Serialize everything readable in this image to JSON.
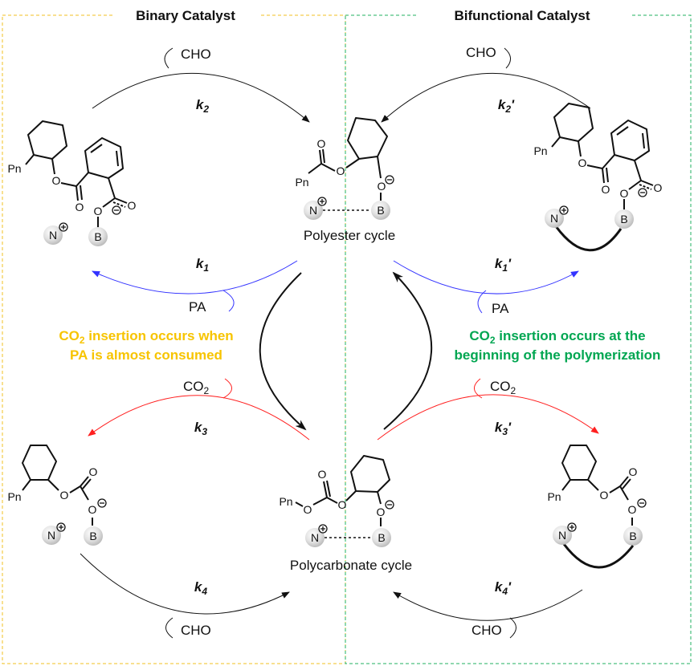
{
  "titles": {
    "left": "Binary Catalyst",
    "right": "Bifunctional Catalyst"
  },
  "colors": {
    "left_border": "#f0c020",
    "right_border": "#20b060",
    "left_note": "#f7c400",
    "right_note": "#00a651",
    "blue_arrow": "#3333ff",
    "red_arrow": "#ff2020",
    "boron": "#ff6a2a",
    "nitrogen": "#1a8a1a"
  },
  "cycles": {
    "polyester": "Polyester cycle",
    "polycarbonate": "Polycarbonate cycle"
  },
  "reagents": {
    "cho": "CHO",
    "pa": "PA",
    "co": "CO",
    "co_sub": "2"
  },
  "rates": {
    "k2": {
      "base": "k",
      "sub": "2",
      "prime": ""
    },
    "k2p": {
      "base": "k",
      "sub": "2",
      "prime": "'"
    },
    "k1": {
      "base": "k",
      "sub": "1",
      "prime": ""
    },
    "k1p": {
      "base": "k",
      "sub": "1",
      "prime": "'"
    },
    "k3": {
      "base": "k",
      "sub": "3",
      "prime": ""
    },
    "k3p": {
      "base": "k",
      "sub": "3",
      "prime": "'"
    },
    "k4": {
      "base": "k",
      "sub": "4",
      "prime": ""
    },
    "k4p": {
      "base": "k",
      "sub": "4",
      "prime": "'"
    }
  },
  "notes": {
    "left": {
      "pre": "CO",
      "sub": "2",
      "line1": " insertion occurs when",
      "line2": "PA is almost consumed"
    },
    "right": {
      "pre": "CO",
      "sub": "2",
      "line1": " insertion occurs at the",
      "line2": "beginning of the polymerization"
    }
  },
  "atoms": {
    "O": "O",
    "Pn": "Pn",
    "N": "N",
    "B": "B",
    "plus": "+",
    "minus": "−"
  }
}
